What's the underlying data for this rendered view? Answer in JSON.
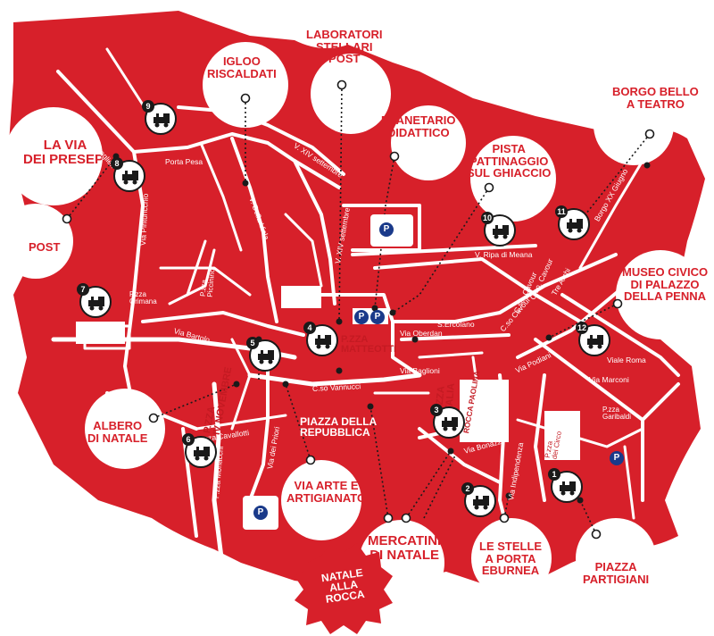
{
  "map": {
    "colors": {
      "base": "#d7202a",
      "road": "#ffffff",
      "marker": "#1a1a1a",
      "parking": "#1a3a8a"
    },
    "logo": {
      "line1": "NATALE",
      "line2": "ALLA",
      "line3": "ROCCA"
    },
    "pois": [
      {
        "id": "igloo",
        "line1": "IGLOO",
        "line2": "RISCALDATI"
      },
      {
        "id": "laboratori",
        "line1": "LABORATORI",
        "line2": "STELLARI",
        "line3": "POST"
      },
      {
        "id": "planetario",
        "line1": "PLANETARIO",
        "line2": "DIDATTICO"
      },
      {
        "id": "pista",
        "line1": "PISTA",
        "line2": "PATTINAGGIO",
        "line3": "SUL GHIACCIO"
      },
      {
        "id": "borgo",
        "line1": "BORGO BELLO",
        "line2": "A TEATRO"
      },
      {
        "id": "presepi",
        "line1": "LA VIA",
        "line2": "DEI PRESEPI"
      },
      {
        "id": "post",
        "line1": "POST"
      },
      {
        "id": "museo",
        "line1": "MUSEO CIVICO",
        "line2": "DI PALAZZO",
        "line3": "DELLA PENNA"
      },
      {
        "id": "albero",
        "line1": "ALBERO",
        "line2": "DI NATALE"
      },
      {
        "id": "arte",
        "line1": "VIA ARTE E",
        "line2": "ARTIGIANATO"
      },
      {
        "id": "mercatini",
        "line1": "MERCATINI",
        "line2": "DI NATALE"
      },
      {
        "id": "stelle",
        "line1": "LE STELLE",
        "line2": "A PORTA",
        "line3": "EBURNEA"
      },
      {
        "id": "partigiani",
        "line1": "PIAZZA",
        "line2": "PARTIGIANI"
      }
    ],
    "squares": {
      "matteotti": {
        "line1": "P.ZZA",
        "line2": "MATTEOTTI"
      },
      "iv_novembre": {
        "line1": "P.ZZA",
        "line2": "IV NOVEMBRE"
      },
      "repubblica": {
        "line1": "PIAZZA DELLA",
        "line2": "REPUBBLICA"
      },
      "italia": {
        "line1": "P.ZZA",
        "line2": "ITALIA"
      }
    },
    "streets": {
      "corso_bersaglieri": "Corso Bersaglieri",
      "porta_pesa": "Porta Pesa",
      "xiv_settembre_1": "V. XIV settembre",
      "xiv_settembre_2": "V. XIV settembre",
      "della_viola": "V. Della Viola",
      "pinturicchio": "Via Pinturicchio",
      "ripa_meana": "V. Ripa di Meana",
      "cavour_1": "C.so. Cavour",
      "cavour_2": "C.so. Cavour",
      "cavour_3": "C.so Cavour",
      "tre_archi": "Tre Archi",
      "borgo_xx_giugno": "Borgo XX Giugno",
      "grimana": "P.zza\nGrimana",
      "piccinino": "P.zza\nPiccinino",
      "bartolo": "Via Bartolo",
      "oberdan": "Via Oberdan",
      "ercolano": "S.Ercolano",
      "baglioni": "Via Baglioni",
      "vannucci": "C.so Vannucci",
      "rocca_paolina": "ROCCA PAOLINA",
      "podiani": "Via Podiani",
      "viale_roma": "Viale Roma",
      "marconi": "Via Marconi",
      "garibaldi": "P.zza\nGaribaldi",
      "circo": "P.zza\ndei Circo",
      "bonazzi": "Via Bonazzi",
      "indipendenza": "Via Indipendenza",
      "cavallotti": "P.zza Cavallotti",
      "priori": "Via dei Priori",
      "morlacchi": "P.zza Morlacchi"
    },
    "trains": [
      "1",
      "2",
      "3",
      "4",
      "5",
      "6",
      "7",
      "8",
      "9",
      "10",
      "11",
      "12"
    ],
    "parking": [
      "P",
      "P",
      "P",
      "P",
      "P"
    ]
  }
}
